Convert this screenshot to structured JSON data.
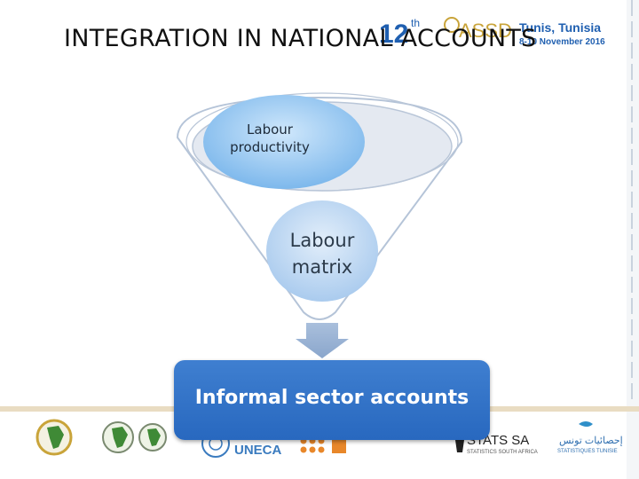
{
  "slide": {
    "title": "INTEGRATION IN NATIONAL ACCOUNTS"
  },
  "event_logo": {
    "number": "12",
    "suffix": "th",
    "acronym": "ASSD",
    "location": "Tunis, Tunisia",
    "date": "8-10 November 2016"
  },
  "diagram": {
    "top_bubble": "Labour productivity",
    "middle_bubble": "Labour matrix",
    "result_box": "Informal sector accounts"
  },
  "partner_logos": {
    "uneca": "UNECA",
    "stats_sa": "STATS SA",
    "stats_sa_sub": "STATISTICS SOUTH AFRICA",
    "ins_tunisie_arabic": "إحصائيات تونس",
    "ins_tunisie_sub": "STATISTIQUES TUNISIE"
  },
  "colors": {
    "accent_blue": "#2868bf",
    "bubble_blue": "#8fc2f0",
    "green": "#4b9a3c"
  }
}
